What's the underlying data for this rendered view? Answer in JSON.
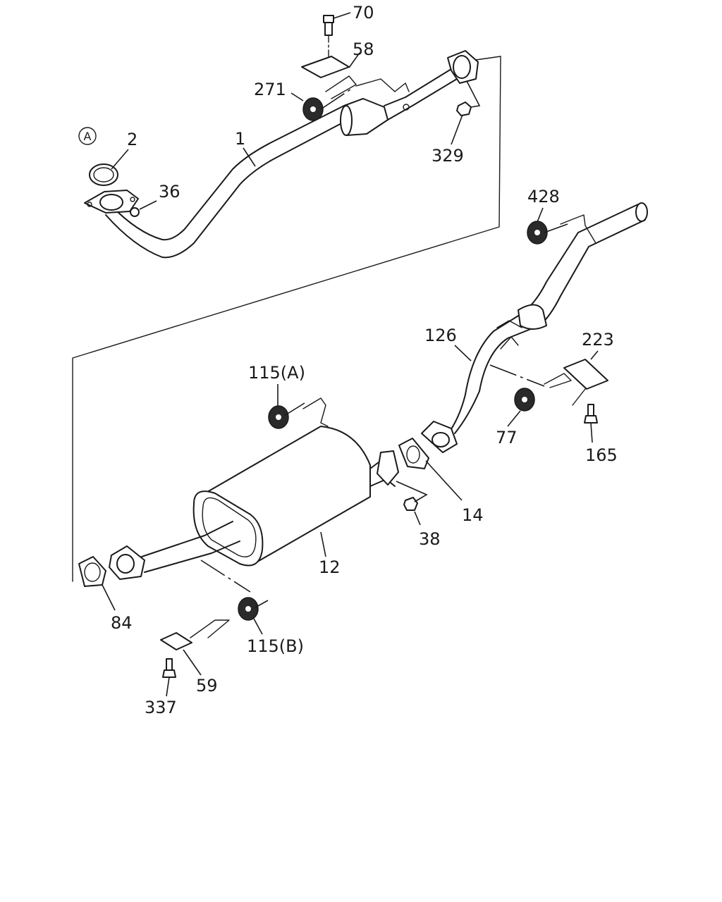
{
  "callouts": {
    "p70": "70",
    "p58": "58",
    "p271": "271",
    "p329": "329",
    "p2": "2",
    "pA": "A",
    "p1": "1",
    "p36": "36",
    "p428": "428",
    "p126": "126",
    "p223": "223",
    "p115a": "115(A)",
    "p77": "77",
    "p165": "165",
    "p14": "14",
    "p38": "38",
    "p12": "12",
    "p84": "84",
    "p115b": "115(B)",
    "p59": "59",
    "p337": "337"
  }
}
